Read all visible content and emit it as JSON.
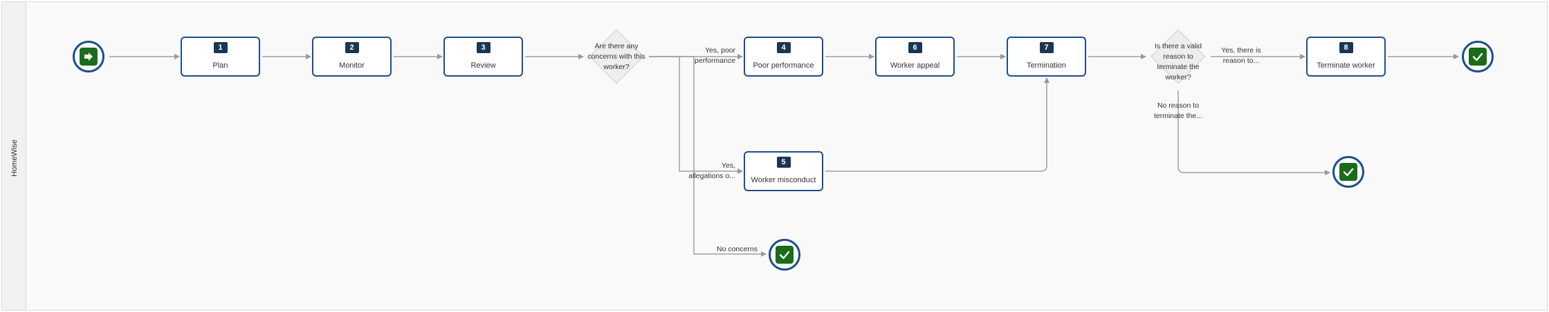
{
  "lane": {
    "label": "HomeWise"
  },
  "tasks": [
    {
      "num": "1",
      "label": "Plan"
    },
    {
      "num": "2",
      "label": "Monitor"
    },
    {
      "num": "3",
      "label": "Review"
    },
    {
      "num": "4",
      "label": "Poor performance"
    },
    {
      "num": "5",
      "label": "Worker misconduct"
    },
    {
      "num": "6",
      "label": "Worker appeal"
    },
    {
      "num": "7",
      "label": "Termination"
    },
    {
      "num": "8",
      "label": "Terminate worker"
    }
  ],
  "gateways": [
    {
      "label": "Are there any concerns with this worker?"
    },
    {
      "label": "Is there a valid reason to terminate the worker?"
    }
  ],
  "edge_labels": {
    "poor_performance": "Yes, poor performance",
    "allegations": "Yes, allegations o...",
    "no_concerns": "No concerns",
    "yes_reason": "Yes, there is reason to...",
    "no_reason": "No reason to terminate the..."
  },
  "colors": {
    "task_border": "#1e4d8b",
    "badge": "#1b3554",
    "event_fill": "#1a6b1a",
    "connector": "#999999"
  }
}
